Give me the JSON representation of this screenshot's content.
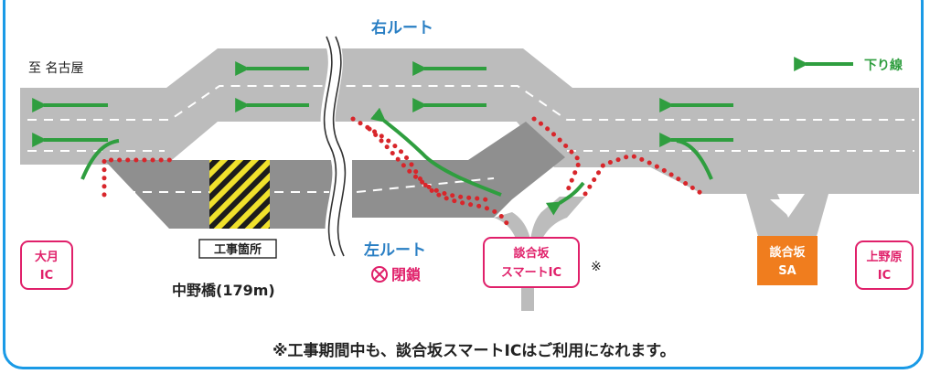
{
  "destination": "至 名古屋",
  "direction_label": "下り線",
  "right_route": "右ルート",
  "left_route": "左ルート",
  "closed": "閉鎖",
  "construction_site": "工事箇所",
  "bridge": "中野橋(179m)",
  "interchanges": {
    "otsuki": [
      "大月",
      "IC"
    ],
    "smart_ic": [
      "談合坂",
      "スマートIC"
    ],
    "smart_ic_mark": "※",
    "sa": [
      "談合坂",
      "SA"
    ],
    "uenohara": [
      "上野原",
      "IC"
    ]
  },
  "note": "※工事期間中も、談合坂スマートICはご利用になれます。",
  "colors": {
    "frame": "#1a9ae6",
    "road": "#bcbcbc",
    "closed_road": "#8f8f8f",
    "arrow": "#2f9e3f",
    "closure_dots": "#d8262b",
    "route_label": "#2a7fc4",
    "ic_label": "#e0206a",
    "sa_fill": "#f07d1e"
  }
}
